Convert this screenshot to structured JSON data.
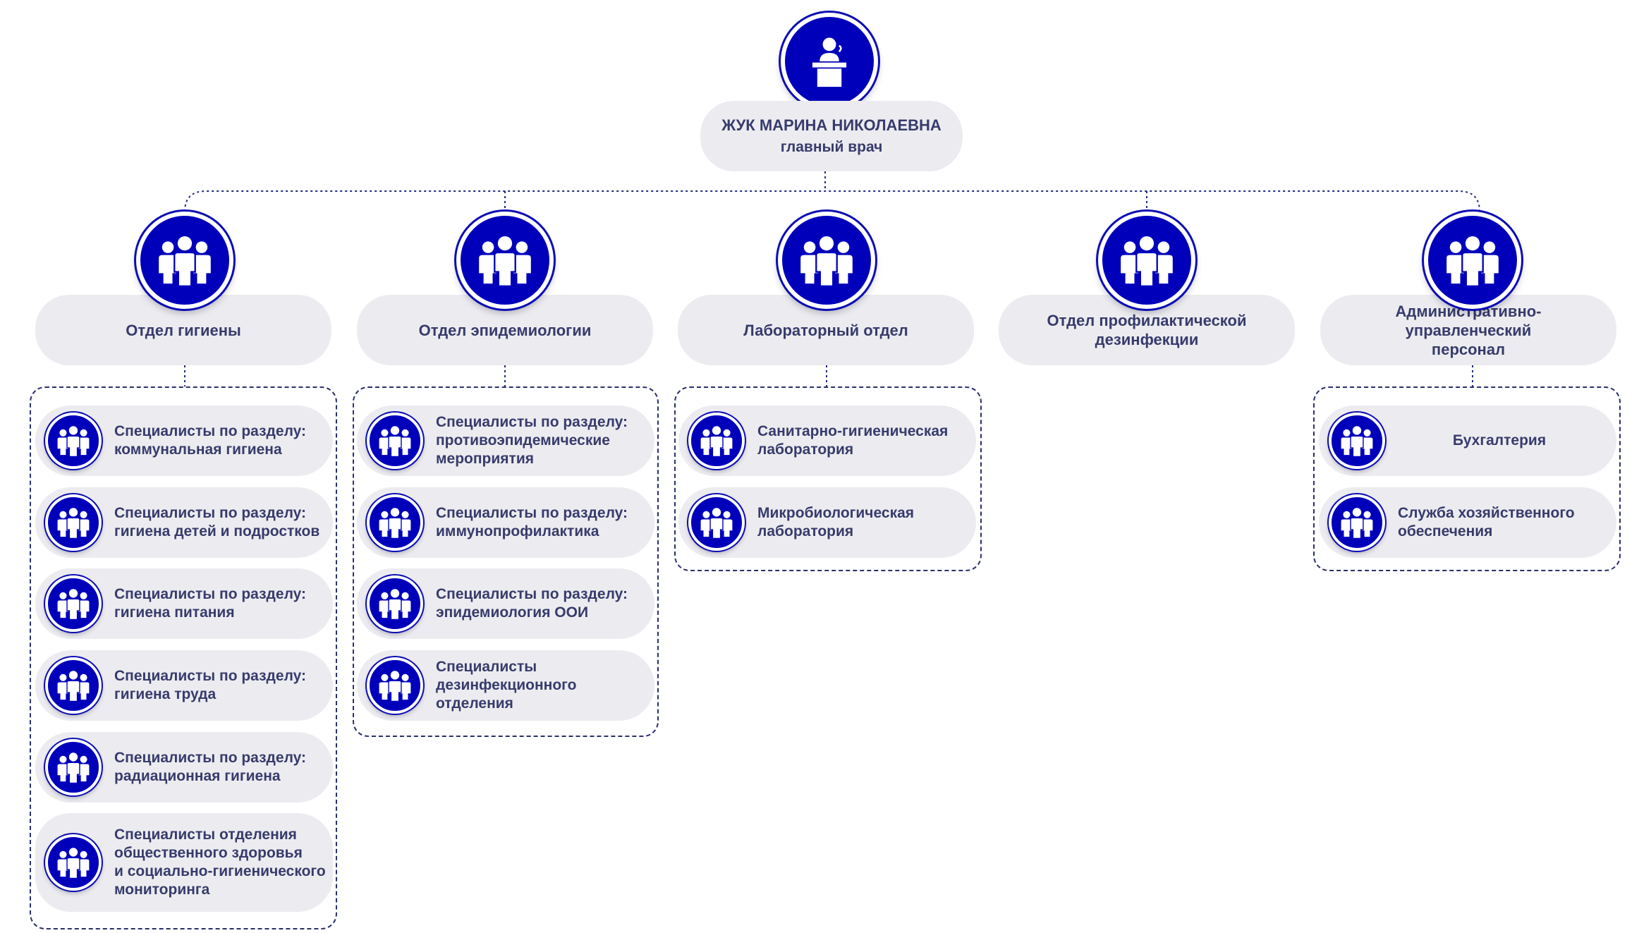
{
  "director": {
    "name": "ЖУК МАРИНА НИКОЛАЕВНА",
    "role": "главный врач",
    "icon": "speaker-podium-icon"
  },
  "departments": [
    {
      "label": "Отдел гигиены",
      "items": [
        "Специалисты по разделу:\nкоммунальная гигиена",
        "Специалисты по разделу:\nгигиена детей и подростков",
        "Специалисты по разделу:\nгигиена питания",
        "Специалисты по разделу:\nгигиена труда",
        "Специалисты по разделу:\nрадиационная гигиена",
        "Специалисты отделения\nобщественного здоровья\nи социально-гигиенического\n мониторинга"
      ]
    },
    {
      "label": "Отдел эпидемиологии",
      "items": [
        "Специалисты по разделу:\nпротивоэпидемические\nмероприятия",
        "Специалисты по разделу:\nиммунопрофилактика",
        "Специалисты по разделу:\nэпидемиология ООИ",
        "Специалисты\nдезинфекционного\nотделения"
      ]
    },
    {
      "label": "Лабораторный отдел",
      "items": [
        "Санитарно-гигиеническая\nлаборатория",
        "Микробиологическая\nлаборатория"
      ]
    },
    {
      "label": "Отдел профилактической\nдезинфекции",
      "items": []
    },
    {
      "label": "Административно-управленческий\nперсонал",
      "items": [
        "Бухгалтерия",
        "Служба хозяйственного\nобеспечения"
      ]
    }
  ],
  "colors": {
    "accent": "#0000bb",
    "pill": "#ececf0",
    "text": "#373b6b",
    "line": "#2a2f6c"
  }
}
